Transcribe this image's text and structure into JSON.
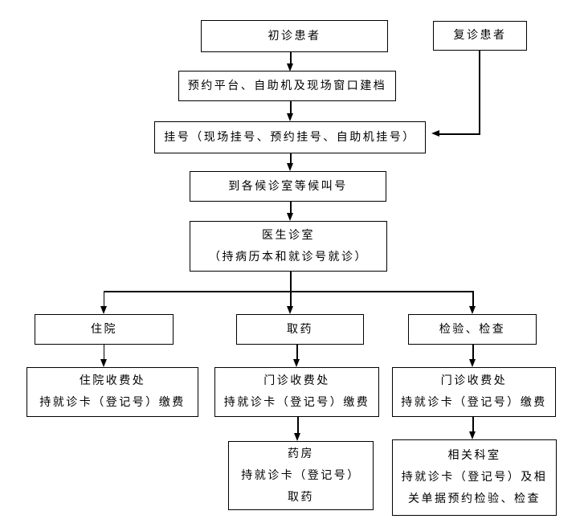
{
  "page": {
    "background_color": "#ffffff",
    "line_color": "#000000",
    "text_color": "#000000"
  },
  "flowchart": {
    "description": "Hospital outpatient visit process flowchart",
    "nodes": {
      "first_visit": {
        "lines": [
          "初诊患者"
        ]
      },
      "return_visit": {
        "lines": [
          "复诊患者"
        ]
      },
      "platform": {
        "lines": [
          "预约平台、自助机及现场窗口建档"
        ]
      },
      "register": {
        "lines": [
          "挂号（现场挂号、预约挂号、自助机挂号）"
        ]
      },
      "waiting": {
        "lines": [
          "到各候诊室等候叫号"
        ]
      },
      "doctor": {
        "lines": [
          "医生诊室",
          "（持病历本和就诊号就诊）"
        ]
      },
      "hospitalization": {
        "lines": [
          "住院"
        ]
      },
      "get_medicine": {
        "lines": [
          "取药"
        ]
      },
      "exam": {
        "lines": [
          "检验、检查"
        ]
      },
      "inpatient_fee": {
        "lines": [
          "住院收费处",
          "持就诊卡（登记号）缴费"
        ]
      },
      "outpatient_fee_mid": {
        "lines": [
          "门诊收费处",
          "持就诊卡（登记号）缴费"
        ]
      },
      "outpatient_fee_right": {
        "lines": [
          "门诊收费处",
          "持就诊卡（登记号）缴费"
        ]
      },
      "pharmacy": {
        "lines": [
          "药房",
          "持就诊卡（登记号）",
          "取药"
        ]
      },
      "related_dept": {
        "lines": [
          "相关科室",
          "持就诊卡（登记号）及相",
          "关单据预约检验、检查"
        ]
      }
    },
    "edges": [
      {
        "from": "first_visit",
        "to": "platform"
      },
      {
        "from": "platform",
        "to": "register"
      },
      {
        "from": "return_visit",
        "to": "register"
      },
      {
        "from": "register",
        "to": "waiting"
      },
      {
        "from": "waiting",
        "to": "doctor"
      },
      {
        "from": "doctor",
        "to": "hospitalization"
      },
      {
        "from": "doctor",
        "to": "get_medicine"
      },
      {
        "from": "doctor",
        "to": "exam"
      },
      {
        "from": "hospitalization",
        "to": "inpatient_fee"
      },
      {
        "from": "get_medicine",
        "to": "outpatient_fee_mid"
      },
      {
        "from": "exam",
        "to": "outpatient_fee_right"
      },
      {
        "from": "outpatient_fee_mid",
        "to": "pharmacy"
      },
      {
        "from": "outpatient_fee_right",
        "to": "related_dept"
      }
    ]
  }
}
